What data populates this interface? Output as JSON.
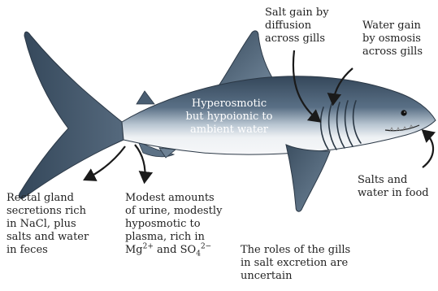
{
  "labels": {
    "salt_gain": [
      "Salt gain by",
      "diffusion",
      "across gills"
    ],
    "water_gain": [
      "Water gain",
      "by osmosis",
      "across gills"
    ],
    "body_state": [
      "Hyperosmotic",
      "but hypoionic to",
      "ambient water"
    ],
    "food": [
      "Salts and",
      "water in food"
    ],
    "rectal_gland": [
      "Rectal gland",
      "secretions rich",
      "in NaCl, plus",
      "salts and water",
      "in feces"
    ],
    "urine": {
      "lines": [
        "Modest amounts",
        "of urine, modestly",
        "hyposmotic to",
        "plasma, rich in"
      ],
      "ion_line": {
        "mg": "Mg",
        "mg_charge": "2+",
        "joiner": " and ",
        "so": "SO",
        "so_subscript": "4",
        "so_charge": "2−"
      }
    },
    "gills_note": [
      "The roles of the gills",
      "in salt excretion are",
      "uncertain"
    ]
  },
  "colors": {
    "shark_back": "#46586a",
    "shark_belly": "#f1f3f5",
    "label_text": "#222222",
    "inner_label_text": "#ffffff",
    "arrow": "#1a1a1a"
  }
}
